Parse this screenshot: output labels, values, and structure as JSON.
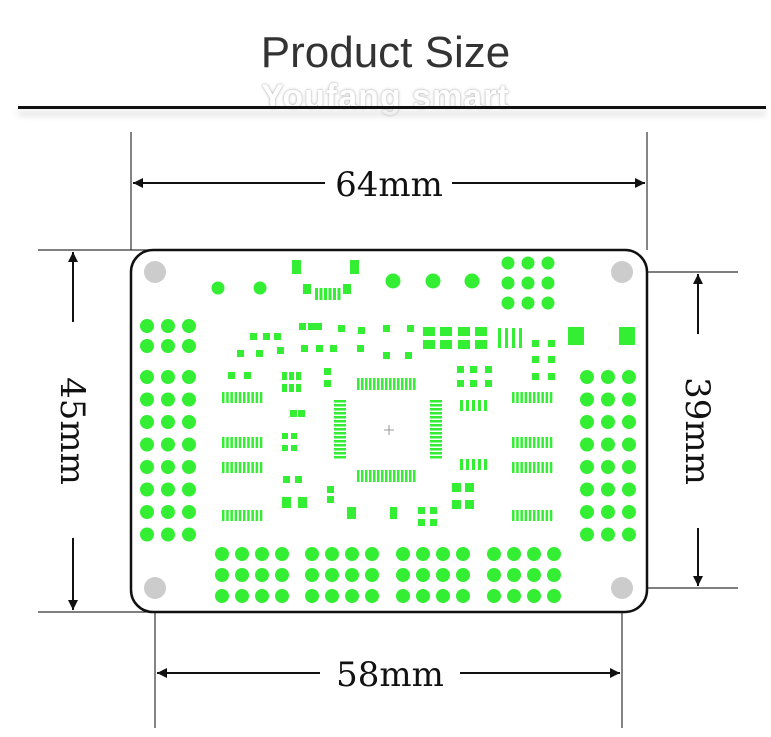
{
  "title": "Product Size",
  "watermark": "Youfang smart",
  "dimensions": {
    "top_width": "64mm",
    "bottom_width": "58mm",
    "left_height": "45mm",
    "right_height": "39mm"
  },
  "colors": {
    "pad": "#33ee33",
    "outline": "#111111",
    "mount_hole": "#cccccc",
    "text": "#333333"
  }
}
